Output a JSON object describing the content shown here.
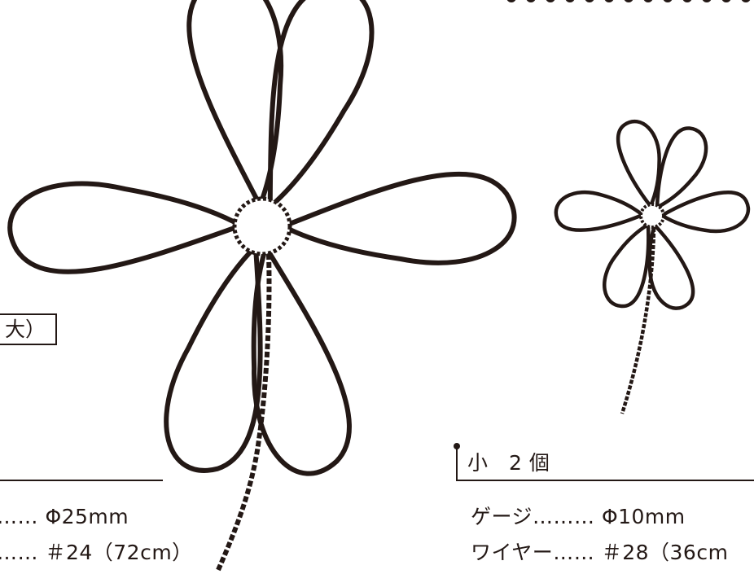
{
  "large": {
    "box_label": "大）",
    "gauge_label": "…… Φ25mm",
    "wire_label": "…… ＃24（72cm）"
  },
  "small": {
    "heading": "小　2 個",
    "gauge_label": "ゲージ……… Φ10mm",
    "wire_label": "ワイヤー…… ＃28（36cm"
  },
  "colors": {
    "ink": "#231815",
    "paper": "#ffffff"
  }
}
